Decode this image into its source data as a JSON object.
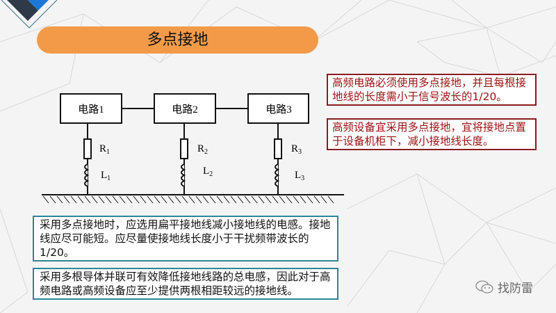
{
  "title": "多点接地",
  "circuits": [
    {
      "label": "电路1",
      "r": "R",
      "r_sub": "1",
      "l": "L",
      "l_sub": "1"
    },
    {
      "label": "电路2",
      "r": "R",
      "r_sub": "2",
      "l": "L",
      "l_sub": "2"
    },
    {
      "label": "电路3",
      "r": "R",
      "r_sub": "3",
      "l": "L",
      "l_sub": "3"
    }
  ],
  "notes_right": [
    "高频电路必须使用多点接地，并且每根接地线的长度需小于信号波长的1/20。",
    "高频设备宜采用多点接地，宜将接地点置于设备机柜下，减小接地线长度。"
  ],
  "notes_bottom": [
    "采用多点接地时，应选用扁平接地线减小接地线的电感。接地线应尽可能短。应尽量使接地线长度小于干扰频带波长的1/20。",
    "采用多根导体并联可有效降低接地线路的总电感，因此对于高频电路或高频设备应至少提供两根相距较远的接地线。"
  ],
  "watermark": "找防雷",
  "colors": {
    "accent": "#f39a48",
    "red": "#8b1a1a",
    "teal": "#2b8795"
  }
}
